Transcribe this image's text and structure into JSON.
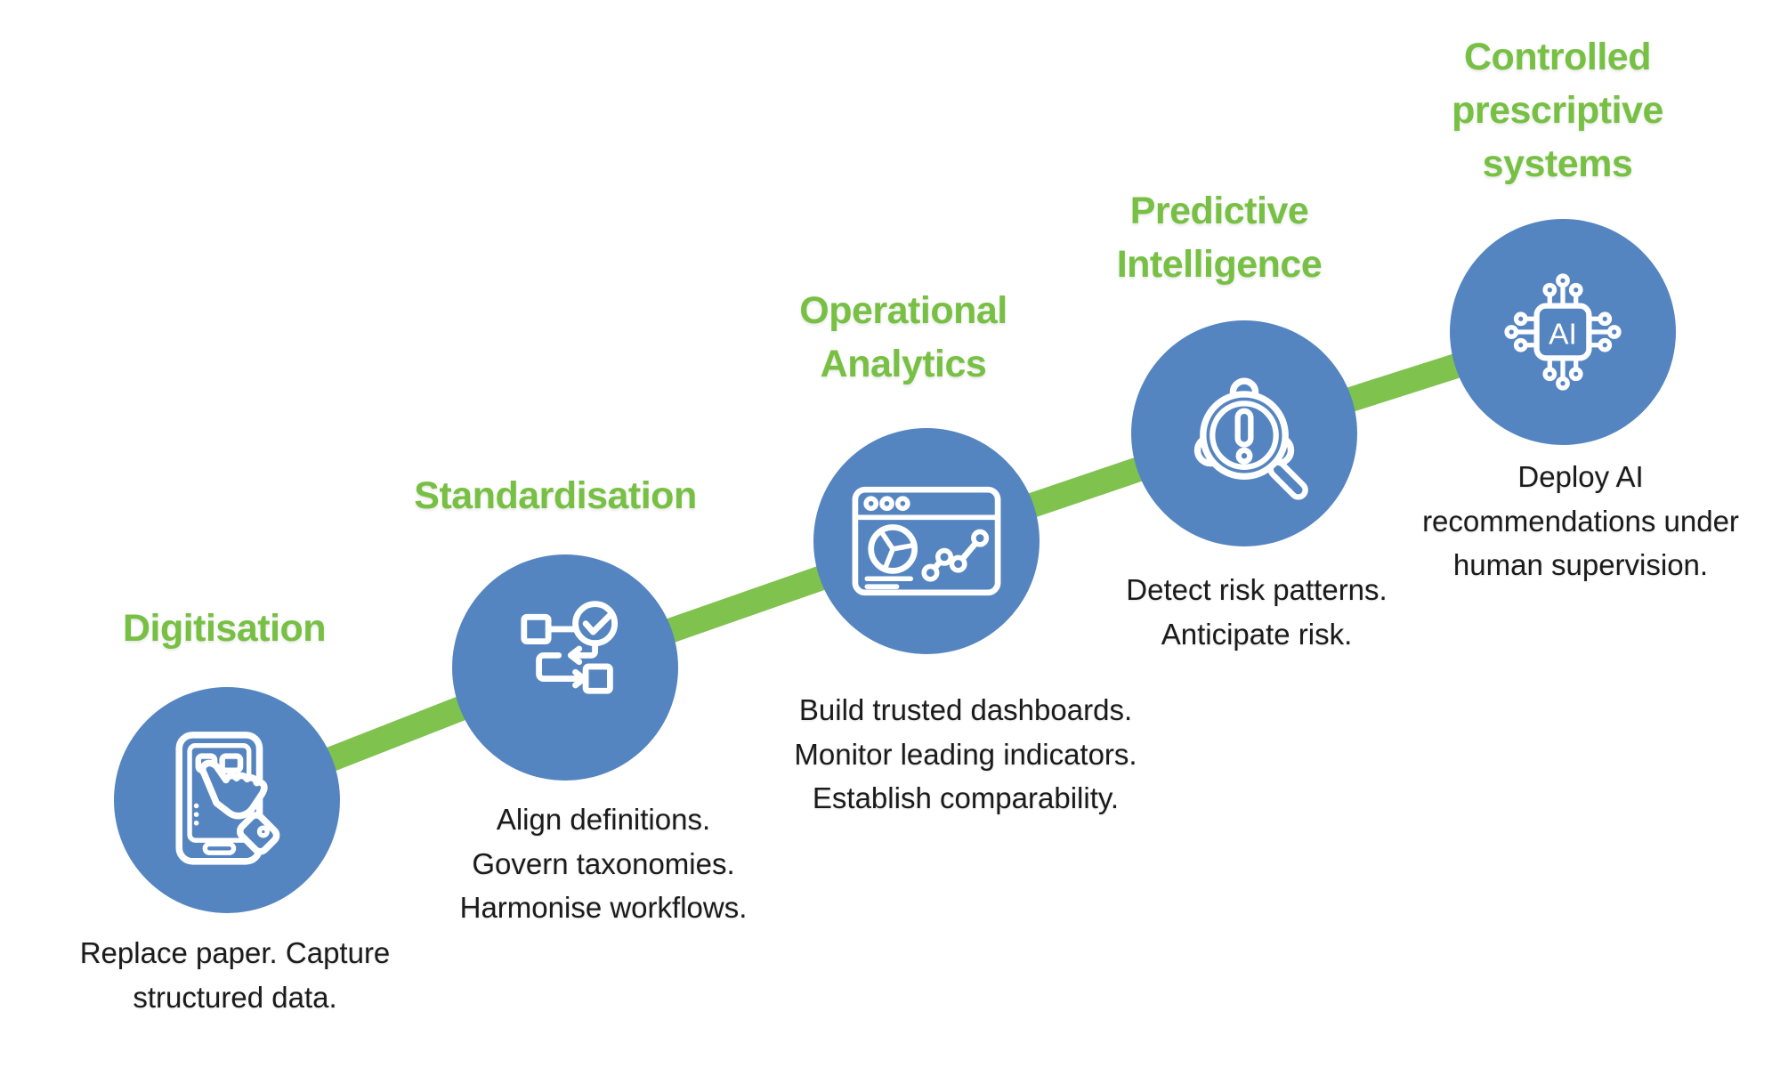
{
  "colors": {
    "circle_blue": "#5585C1",
    "connector_green": "#7FC24E",
    "title_green": "#77C044",
    "text_dark": "#1B1B1B",
    "icon_white": "#FFFFFF",
    "background": "#FFFFFF"
  },
  "stages": [
    {
      "id": "digitisation",
      "title_lines": [
        "Digitisation"
      ],
      "description_lines": [
        "Replace paper. Capture",
        "structured data."
      ],
      "icon": "tablet-touch-icon"
    },
    {
      "id": "standardisation",
      "title_lines": [
        "Standardisation"
      ],
      "description_lines": [
        "Align definitions.",
        "Govern taxonomies.",
        "Harmonise workflows."
      ],
      "icon": "workflow-check-icon"
    },
    {
      "id": "operational-analytics",
      "title_lines": [
        "Operational",
        "Analytics"
      ],
      "description_lines": [
        "Build trusted dashboards.",
        "Monitor leading indicators.",
        "Establish comparability."
      ],
      "icon": "dashboard-chart-icon"
    },
    {
      "id": "predictive-intelligence",
      "title_lines": [
        "Predictive",
        "Intelligence"
      ],
      "description_lines": [
        "Detect risk patterns.",
        "Anticipate risk."
      ],
      "icon": "risk-magnifier-icon"
    },
    {
      "id": "controlled-prescriptive-systems",
      "title_lines": [
        "Controlled",
        "prescriptive",
        "systems"
      ],
      "description_lines": [
        "Deploy AI",
        "recommendations under",
        "human supervision."
      ],
      "icon": "ai-chip-icon"
    }
  ],
  "ai_chip_label": "AI"
}
